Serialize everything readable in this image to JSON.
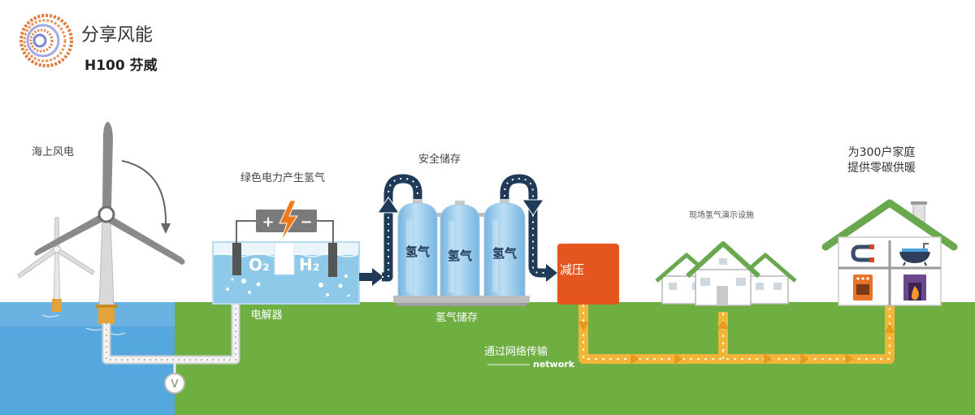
{
  "brand": {
    "name": "分享风能",
    "tagline": "H100 芬威"
  },
  "labels": {
    "offshore_wind": "海上风电",
    "green_hydrogen": "绿色电力产生氢气",
    "electrolyzer": "电解器",
    "safe_storage": "安全储存",
    "hydrogen_storage": "氢气储存",
    "pressure_reduction": "减压",
    "network_transfer": "通过网络传输",
    "network": "network",
    "demo_facility": "现场氢气演示设施",
    "homes_line1": "为300户家庭",
    "homes_line2": "提供零碳供暖"
  },
  "battery": {
    "plus": "+",
    "minus": "−"
  },
  "electrolysis": {
    "oxygen": "O₂",
    "hydrogen": "H₂"
  },
  "tanks": [
    {
      "label": "氢气"
    },
    {
      "label": "氢气"
    },
    {
      "label": "氢气"
    }
  ],
  "valve": {
    "label": "V"
  },
  "icons": [
    "logo-rings-icon",
    "wind-turbine-icon",
    "rotation-arrow-icon",
    "battery-icon",
    "lightning-icon",
    "hydrogen-tank-icon",
    "house-icon",
    "hot-water-icon",
    "bathtub-icon",
    "cooker-icon",
    "fireplace-icon"
  ],
  "colors": {
    "sea": "#55a8de",
    "ground": "#6fae41",
    "pipe_navy": "#1f3b58",
    "pipe_yellow": "#f2b53a",
    "pressure_box": "#e5561f",
    "roof_green": "#6aa84f",
    "tank_water": "#8ec9ea",
    "logo_orange": "#e07a3a"
  }
}
